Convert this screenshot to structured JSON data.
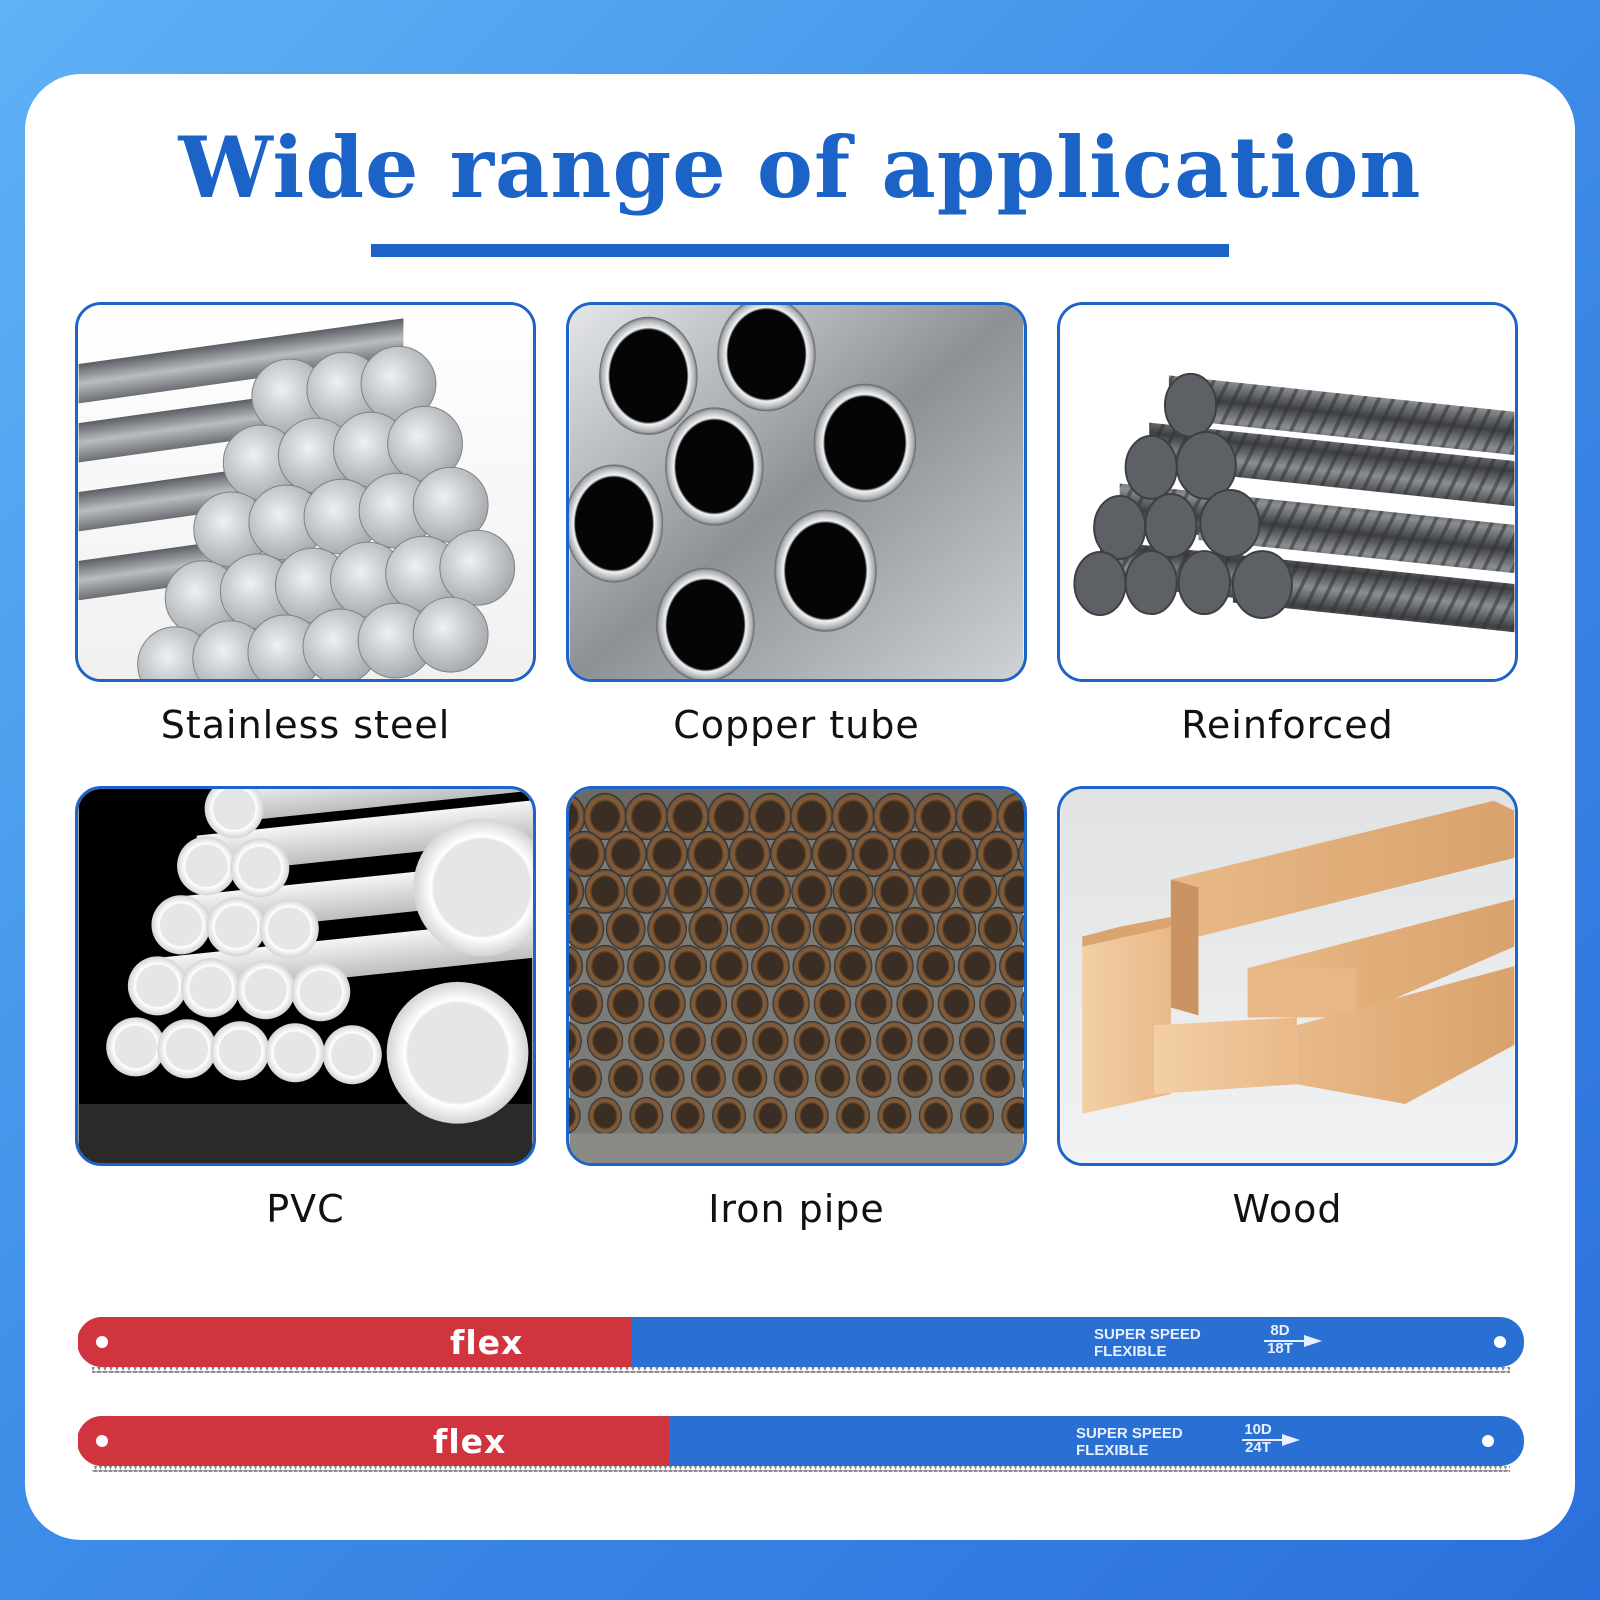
{
  "title": "Wide range of application",
  "materials": [
    {
      "label": "Stainless steel",
      "image": "steel-bars"
    },
    {
      "label": "Copper tube",
      "image": "copper-tubes"
    },
    {
      "label": "Reinforced",
      "image": "rebar"
    },
    {
      "label": "PVC",
      "image": "pvc-pipes"
    },
    {
      "label": "Iron pipe",
      "image": "iron-pipes"
    },
    {
      "label": "Wood",
      "image": "wood-planks"
    }
  ],
  "blades": [
    {
      "brand": "flex",
      "spec_line1": "SUPER SPEED",
      "spec_line2": "FLEXIBLE",
      "tpi_top": "8D",
      "tpi_bottom": "18T"
    },
    {
      "brand": "flex",
      "spec_line1": "SUPER SPEED",
      "spec_line2": "FLEXIBLE",
      "tpi_top": "10D",
      "tpi_bottom": "24T"
    }
  ],
  "colors": {
    "accent": "#1b63c6",
    "background_top": "#5fb2f5",
    "background_bottom": "#2c6fdc",
    "blade_red": "#d0353f",
    "blade_blue": "#2a6fd3"
  }
}
